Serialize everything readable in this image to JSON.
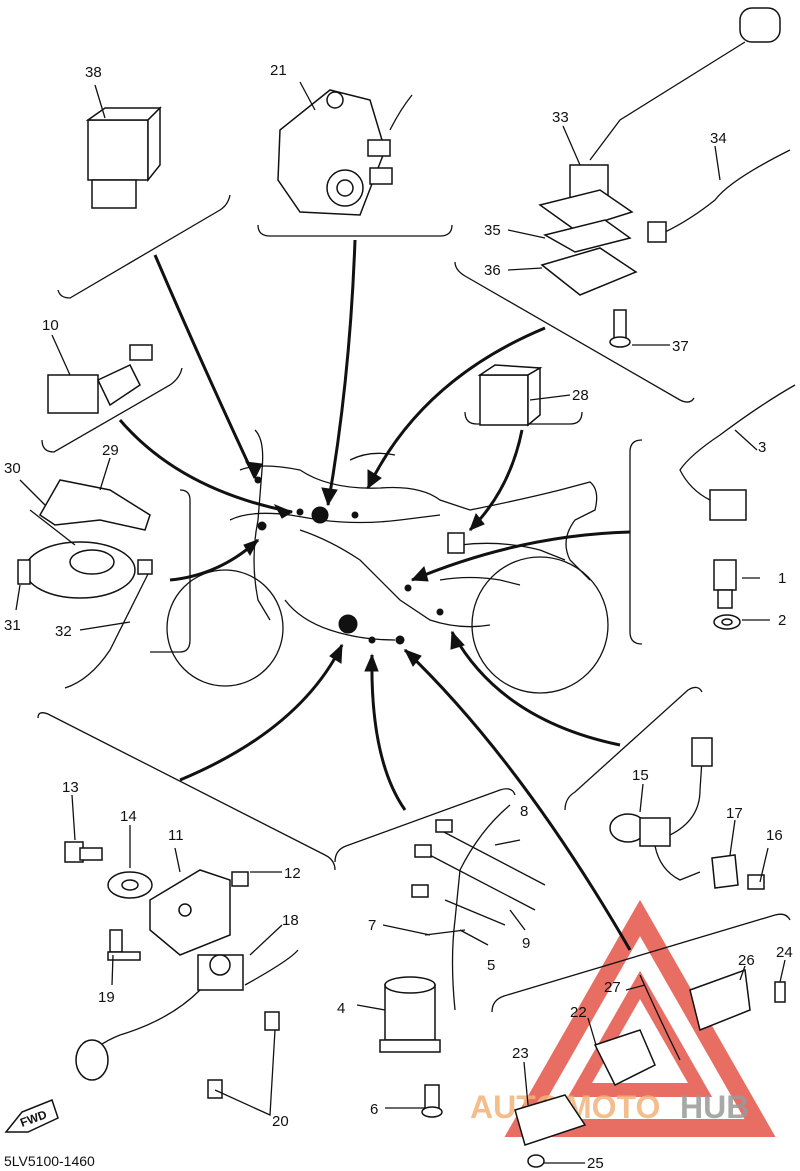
{
  "diagram": {
    "code": "5LV5100-1460",
    "fwd_label": "FWD",
    "watermark": {
      "part1": "AUTO",
      "part2": "MOTO",
      "part3": "HUB",
      "accent_color": "#e03c2f",
      "orange_color": "#f3b27a",
      "grey_color": "#9a9a9a"
    },
    "callouts": [
      {
        "id": "c1",
        "text": "1"
      },
      {
        "id": "c2",
        "text": "2"
      },
      {
        "id": "c3",
        "text": "3"
      },
      {
        "id": "c4",
        "text": "4"
      },
      {
        "id": "c5",
        "text": "5"
      },
      {
        "id": "c6",
        "text": "6"
      },
      {
        "id": "c7",
        "text": "7"
      },
      {
        "id": "c8",
        "text": "8"
      },
      {
        "id": "c9",
        "text": "9"
      },
      {
        "id": "c10",
        "text": "10"
      },
      {
        "id": "c11",
        "text": "11"
      },
      {
        "id": "c12",
        "text": "12"
      },
      {
        "id": "c13",
        "text": "13"
      },
      {
        "id": "c14",
        "text": "14"
      },
      {
        "id": "c15",
        "text": "15"
      },
      {
        "id": "c16",
        "text": "16"
      },
      {
        "id": "c17",
        "text": "17"
      },
      {
        "id": "c18",
        "text": "18"
      },
      {
        "id": "c19",
        "text": "19"
      },
      {
        "id": "c20",
        "text": "20"
      },
      {
        "id": "c21",
        "text": "21"
      },
      {
        "id": "c22",
        "text": "22"
      },
      {
        "id": "c23",
        "text": "23"
      },
      {
        "id": "c24",
        "text": "24"
      },
      {
        "id": "c25",
        "text": "25"
      },
      {
        "id": "c26",
        "text": "26"
      },
      {
        "id": "c27",
        "text": "27"
      },
      {
        "id": "c28",
        "text": "28"
      },
      {
        "id": "c29",
        "text": "29"
      },
      {
        "id": "c30",
        "text": "30"
      },
      {
        "id": "c31",
        "text": "31"
      },
      {
        "id": "c32",
        "text": "32"
      },
      {
        "id": "c33",
        "text": "33"
      },
      {
        "id": "c34",
        "text": "34"
      },
      {
        "id": "c35",
        "text": "35"
      },
      {
        "id": "c36",
        "text": "36"
      },
      {
        "id": "c37",
        "text": "37"
      },
      {
        "id": "c38",
        "text": "38"
      }
    ]
  }
}
